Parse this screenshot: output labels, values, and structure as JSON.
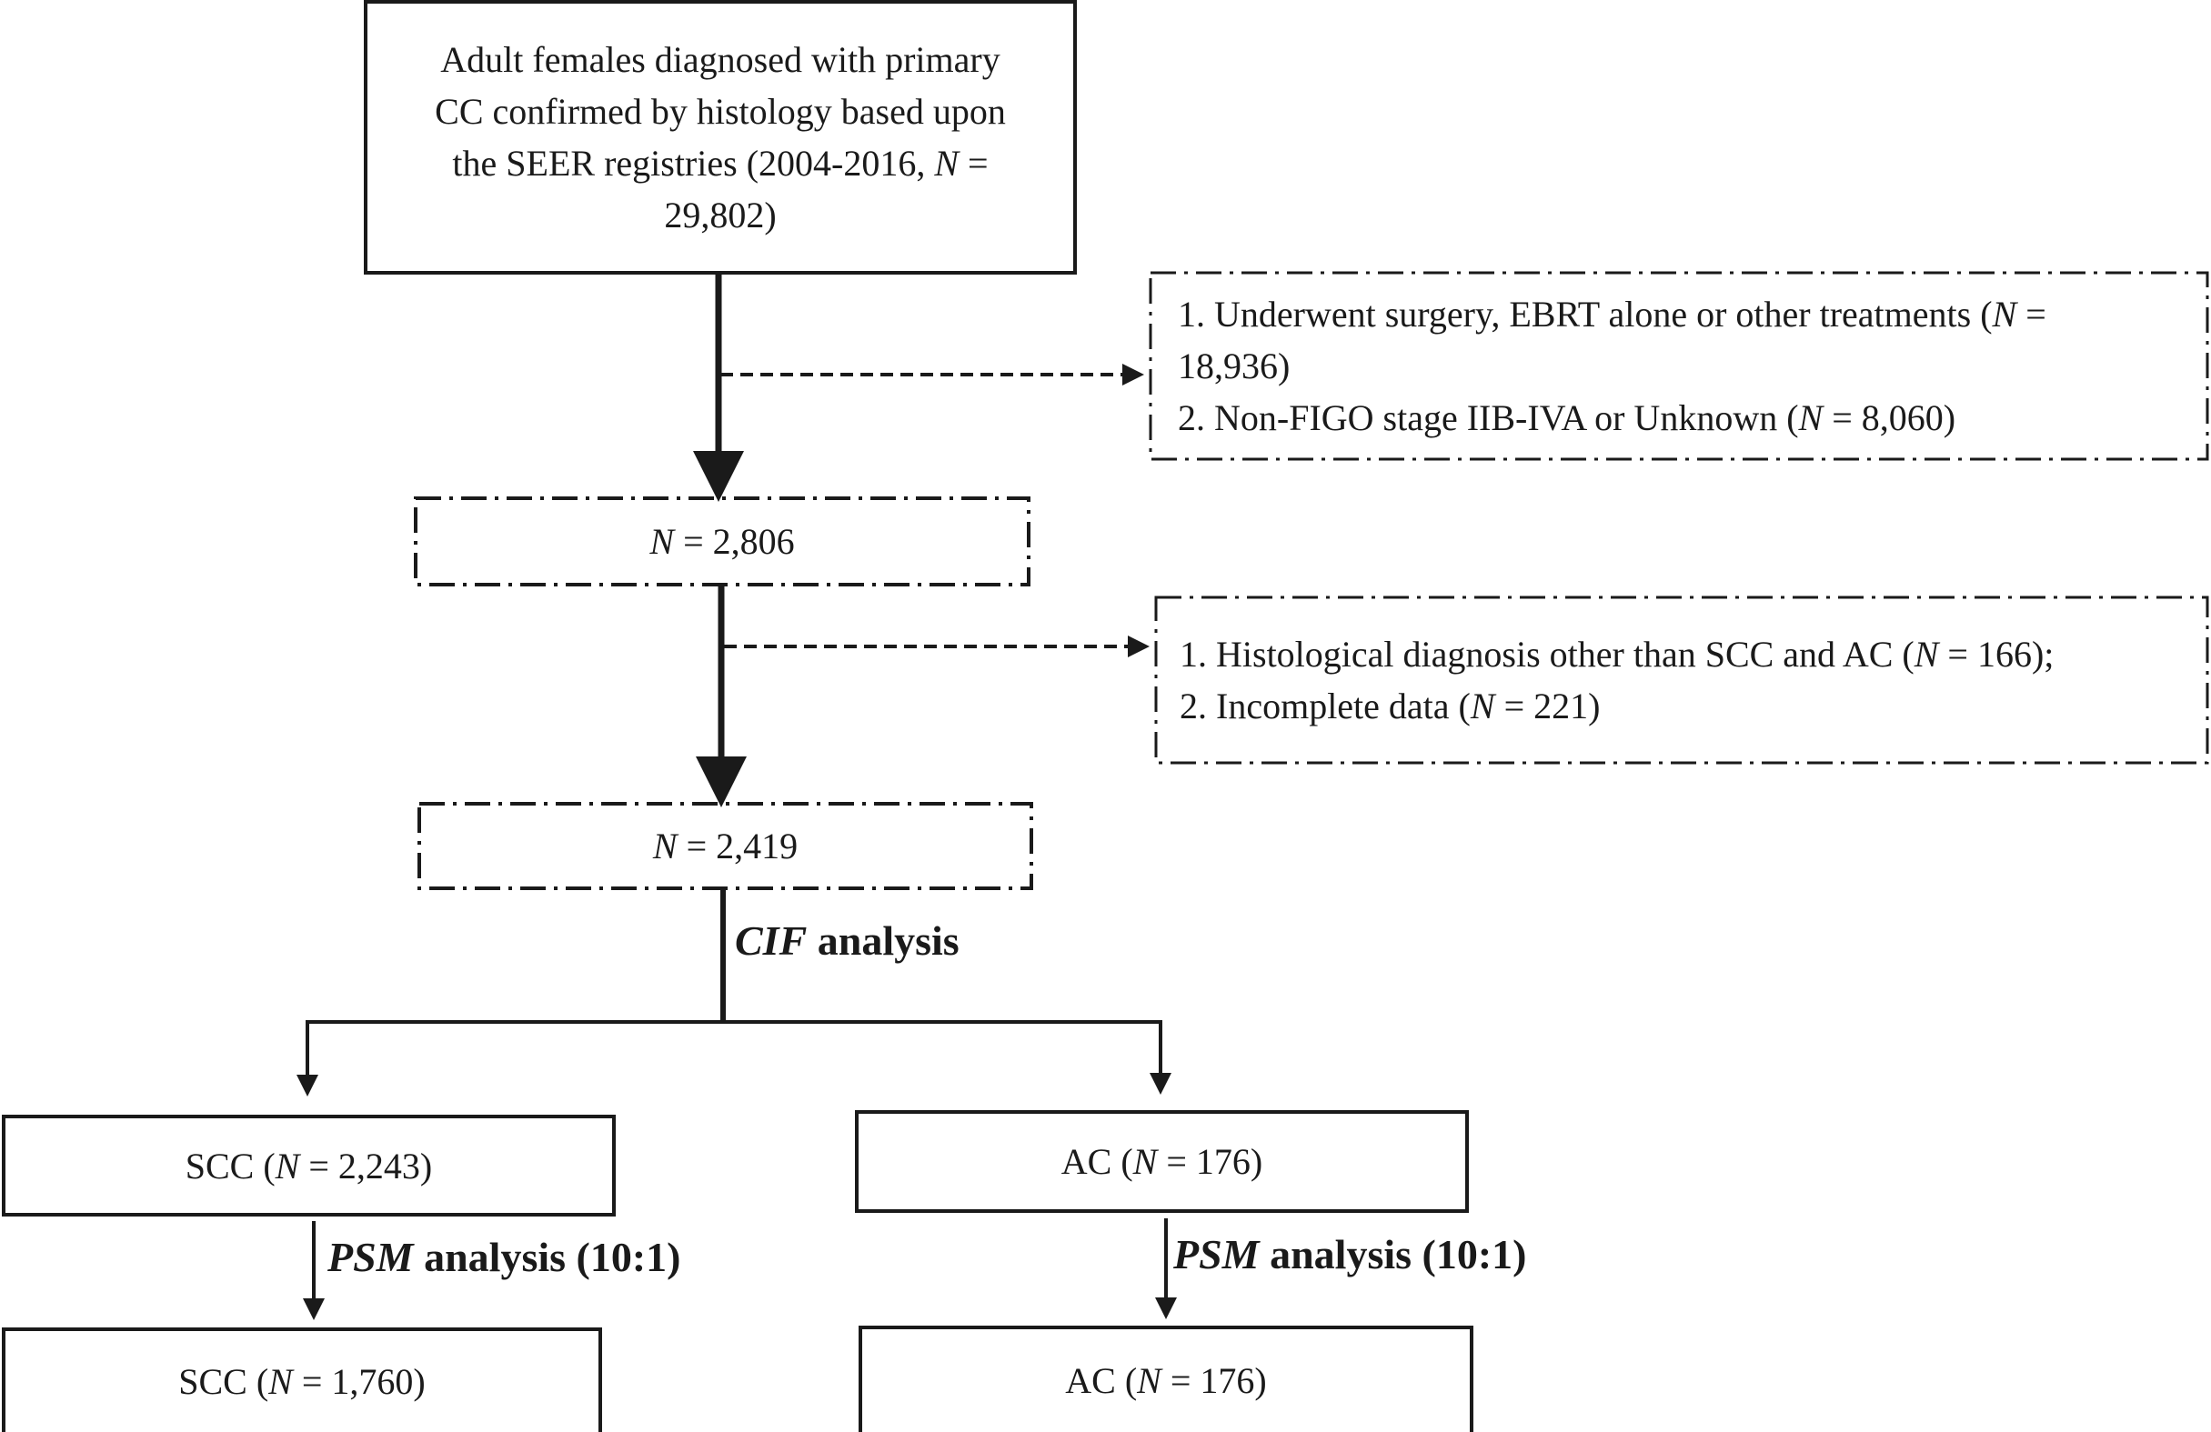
{
  "flowchart": {
    "source": {
      "line1": "Adult females diagnosed with primary",
      "line2": "CC confirmed by histology based upon",
      "line3_pre": "the SEER registries (2004-2016, ",
      "line3_var": "N",
      "line3_post": " =",
      "line4": "29,802)"
    },
    "exclusion1": {
      "item1_pre": "1. Underwent surgery, EBRT alone or other treatments (",
      "item1_var": "N",
      "item1_post": " =",
      "item1_cont": "18,936)",
      "item2_pre": "2. Non-FIGO stage IIB-IVA or Unknown (",
      "item2_var": "N",
      "item2_post": " = 8,060)"
    },
    "step1": {
      "var": "N",
      "value": " = 2,806"
    },
    "exclusion2": {
      "item1_pre": "1. Histological diagnosis other than SCC and AC (",
      "item1_var": "N",
      "item1_post": " = 166);",
      "item2_pre": "2. Incomplete data (",
      "item2_var": "N",
      "item2_post": " = 221)"
    },
    "step2": {
      "var": "N",
      "value": " = 2,419"
    },
    "cif_label": {
      "var": "CIF",
      "text": " analysis"
    },
    "scc_before": {
      "pre": "SCC (",
      "var": "N",
      "post": " = 2,243)"
    },
    "ac_before": {
      "pre": "AC (",
      "var": "N",
      "post": " = 176)"
    },
    "psm_left": {
      "var": "PSM",
      "text": " analysis (10:1)"
    },
    "psm_right": {
      "var": "PSM",
      "text": " analysis (10:1)"
    },
    "scc_after": {
      "pre": "SCC (",
      "var": "N",
      "post": " = 1,760)"
    },
    "ac_after": {
      "pre": "AC (",
      "var": "N",
      "post": " = 176)"
    }
  },
  "colors": {
    "line": "#1a1a1a",
    "background": "#ffffff"
  }
}
